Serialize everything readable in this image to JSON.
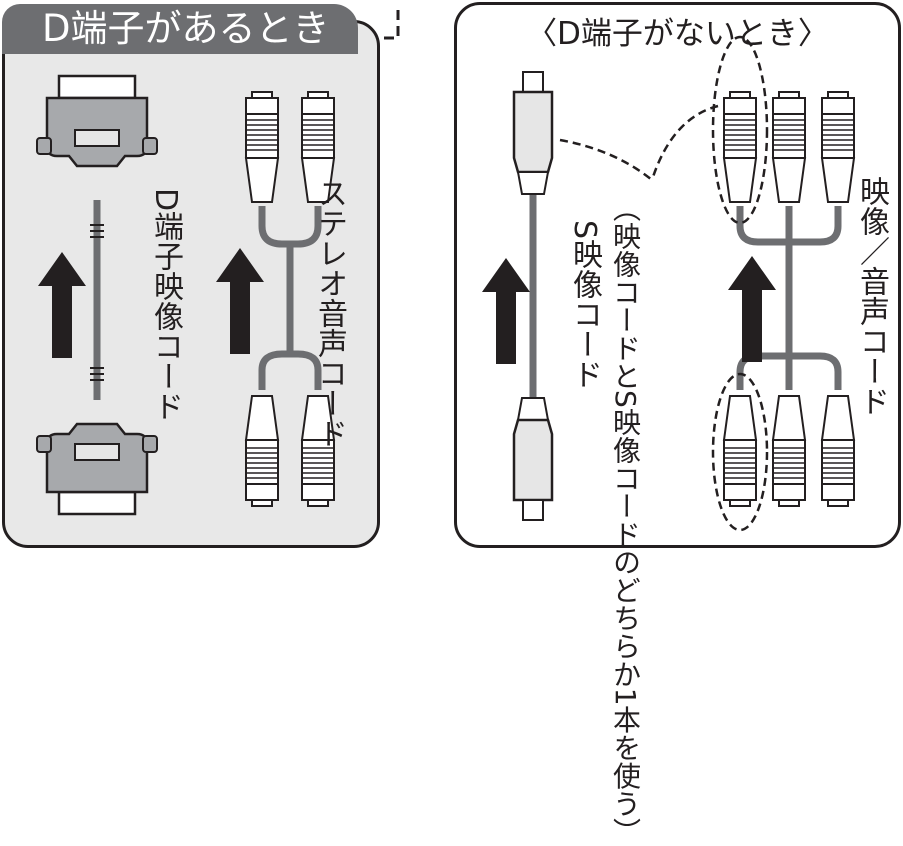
{
  "left_panel": {
    "title": "D端子があるとき",
    "d_cable_label": "D端子映像コード",
    "stereo_cable_label": "ステレオ音声コード"
  },
  "right_panel": {
    "title": "〈D端子がないとき〉",
    "s_cable_label": "S映像コード",
    "note": "（映像コードとS映像コードのどちらか1本を使う）",
    "av_cable_label": "映像／音声コード"
  },
  "colors": {
    "left_panel_bg": "#e8e8e8",
    "title_tab_bg": "#6d6e71",
    "cable_gray": "#6d6e71",
    "arrow": "#231f20"
  }
}
